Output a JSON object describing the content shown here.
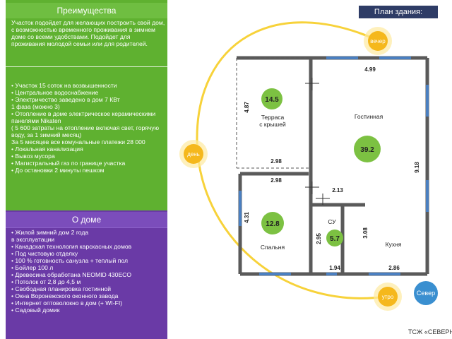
{
  "advantages": {
    "header": "Преимущества",
    "intro": "Участок подойдет для желающих построить свой дом, с возможностью временного проживания в зимнем доме со всеми удобствами. Подойдет для проживания молодой семьи или для родителей.",
    "items": [
      "• Участок 15 соток на возвышенности",
      "• Центральное водоснабжение",
      "• Электричество заведено в дом 7 КВт\n1 фаза (можно 3)",
      "• Отопление в доме электрическое керамическими панелями Nikaten\n( 5 600 затраты на отопление включая свет, горячую воду, за 1 зимний месяц)\nЗа 5 месяцев все комунальные платежи 28 000",
      "• Локальная канализация",
      "• Вывоз мусора",
      "• Магистральный газ по границе участка",
      "• До остановки 2 минуты пешком"
    ]
  },
  "about": {
    "header": "О доме",
    "items": [
      "• Жилой зимний дом 2 года\nв эксплуатации",
      "• Канадская технология карскасных домов",
      "• Под чистовую отделку",
      "• 100 % готовность санузла + теплый пол",
      "• Бойлер 100 л",
      "• Древесина обработана NEOMID 430ECO",
      "• Потолок от 2,8 до 4,5 м",
      "• Свободная планировка гостинной",
      "• Окна Воронежского оконного завода",
      "• Интернет оптоволокно в дом (+ WI-FI)",
      "• Садовый домик"
    ]
  },
  "plan": {
    "title": "План здания:",
    "footer": "ТСЖ «СЕВЕРНЫ",
    "sun": {
      "evening": "вечер",
      "day": "день",
      "morning": "утро"
    },
    "north": "Север",
    "rooms": {
      "terrace": {
        "name": "Терраса\nс крышей",
        "name1": "Терраса",
        "name2": "с крышей",
        "area": "14.5"
      },
      "living": {
        "name": "Гостинная",
        "area": "39.2"
      },
      "bedroom": {
        "name": "Спальня",
        "area": "12.8"
      },
      "bath": {
        "name": "СУ",
        "area": "5.7"
      },
      "kitchen": {
        "name": "Кухня"
      }
    },
    "dims": {
      "living_top": "4.99",
      "terrace_left": "4.87",
      "terrace_bottom": "2.98",
      "bedroom_top": "2.98",
      "bath_top": "2.13",
      "right_side": "9.18",
      "bedroom_left": "4.31",
      "bath_left": "2.95",
      "kitchen_left": "3.08",
      "bath_bottom": "1.94",
      "kitchen_bottom": "2.86"
    },
    "colors": {
      "green": "#7cc142",
      "sun": "#f5b81c",
      "orbit": "#f7d23a",
      "wall": "#5a5a5a",
      "window": "#4a7fc0",
      "north": "#3a8fd0"
    }
  }
}
